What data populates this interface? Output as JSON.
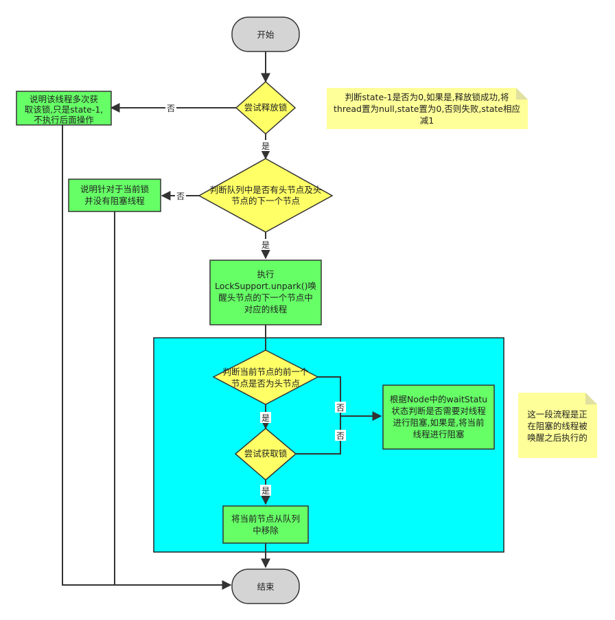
{
  "nodes": {
    "start": "开始",
    "try_release": "尝试释放锁",
    "reentrant_note": [
      "说明该线程多次获",
      "取该锁,只是state-1,",
      "不执行后面操作"
    ],
    "check_head_1": "判断队列中是否有头节点及头",
    "check_head_2": "节点的下一个节点",
    "no_block_note": [
      "说明针对于当前锁",
      "并没有阻塞线程"
    ],
    "unpark": [
      "执行",
      "LockSupport.unpark()唤",
      "醒头节点的下一个节点中",
      "对应的线程"
    ],
    "check_prev_1": "判断当前节点的前一个",
    "check_prev_2": "节点是否为头节点",
    "try_acquire": "尝试获取锁",
    "park": [
      "根据Node中的waitStatu",
      "状态判断是否需要对线程",
      "进行阻塞,如果是,将当前",
      "线程进行阻塞"
    ],
    "remove": [
      "将当前节点从队列",
      "中移除"
    ],
    "end": "结束"
  },
  "notes": {
    "release_note": [
      "判断state-1是否为0,如果是,释放锁成功,将",
      "thread置为null,state置为0,否则失败,state相应",
      "减1"
    ],
    "wake_note": [
      "这一段流程是正",
      "在阻塞的线程被",
      "唤醒之后执行的"
    ]
  },
  "edge_labels": {
    "yes": "是",
    "no": "否"
  },
  "colors": {
    "terminal": "#d4d4d4",
    "decision": "#ffff66",
    "process": "#66ff66",
    "note": "#ffff99",
    "region": "#00ffff"
  }
}
